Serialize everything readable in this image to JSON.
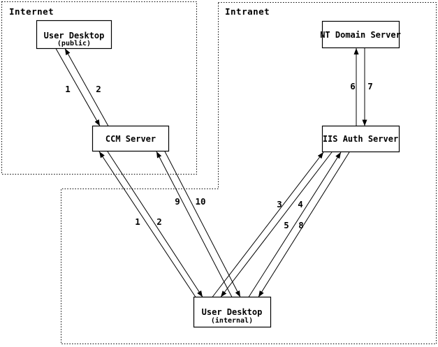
{
  "diagram": {
    "colors": {
      "ink": "#000000",
      "background": "#ffffff"
    },
    "zones": {
      "internet": {
        "label": "Internet"
      },
      "intranet": {
        "label": "Intranet"
      }
    },
    "nodes": {
      "user_desktop_public": {
        "title": "User Desktop",
        "subtitle": "(public)"
      },
      "ccm_server": {
        "title": "CCM Server"
      },
      "nt_domain_server": {
        "title": "NT Domain Server"
      },
      "iis_auth_server": {
        "title": "IIS Auth Server"
      },
      "user_desktop_internal": {
        "title": "User Desktop",
        "subtitle": "(internal)"
      }
    },
    "edges": [
      {
        "label": "1",
        "from": "user-desktop-public",
        "to": "ccm-server"
      },
      {
        "label": "2",
        "from": "ccm-server",
        "to": "user-desktop-public"
      },
      {
        "label": "1",
        "from": "user-desktop-internal",
        "to": "ccm-server"
      },
      {
        "label": "2",
        "from": "ccm-server",
        "to": "user-desktop-internal"
      },
      {
        "label": "9",
        "from": "user-desktop-internal",
        "to": "ccm-server"
      },
      {
        "label": "10",
        "from": "ccm-server",
        "to": "user-desktop-internal"
      },
      {
        "label": "3",
        "from": "user-desktop-internal",
        "to": "iis-auth-server"
      },
      {
        "label": "4",
        "from": "iis-auth-server",
        "to": "user-desktop-internal"
      },
      {
        "label": "5",
        "from": "user-desktop-internal",
        "to": "iis-auth-server"
      },
      {
        "label": "8",
        "from": "iis-auth-server",
        "to": "user-desktop-internal"
      },
      {
        "label": "6",
        "from": "iis-auth-server",
        "to": "nt-domain-server"
      },
      {
        "label": "7",
        "from": "nt-domain-server",
        "to": "iis-auth-server"
      }
    ]
  }
}
